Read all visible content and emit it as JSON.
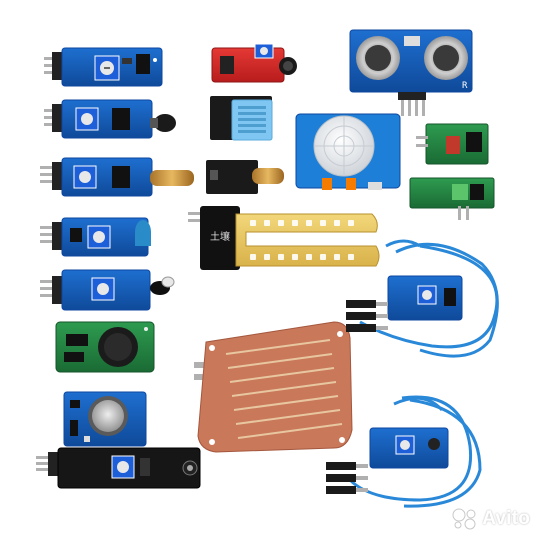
{
  "scene": {
    "board_color": "#1565c0",
    "board_edge_color": "#0d47a1",
    "pin_color": "#b0b0b0",
    "wire_color": "#2a88d8"
  },
  "labels": {
    "ultrasonic_rail": "R",
    "soil_probe": "土壤"
  },
  "watermark": {
    "text": "Avito",
    "icon": "avito-dots-icon"
  }
}
